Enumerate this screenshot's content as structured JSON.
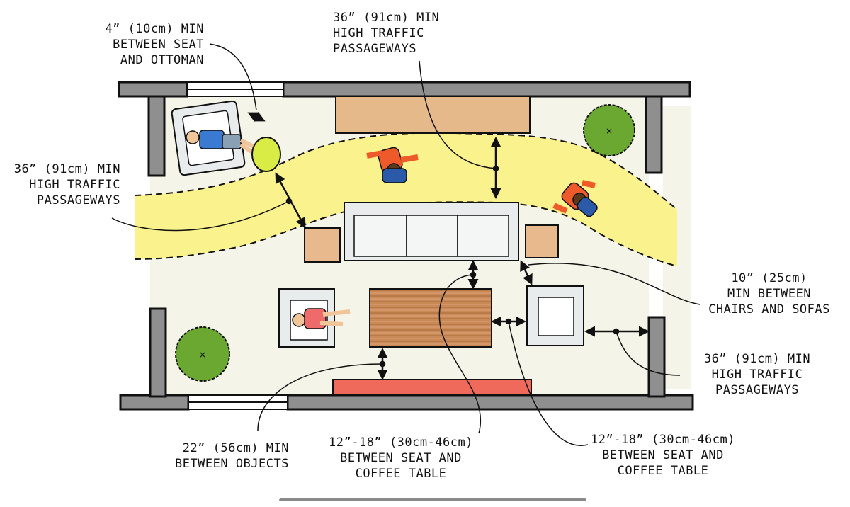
{
  "annotations": {
    "seat_ottoman": [
      "4” (10cm) MIN",
      "BETWEEN SEAT",
      "AND OTTOMAN"
    ],
    "traffic_top": [
      "36” (91cm) MIN",
      "HIGH TRAFFIC",
      "PASSAGEWAYS"
    ],
    "traffic_left": [
      "36” (91cm) MIN",
      "HIGH TRAFFIC",
      "PASSAGEWAYS"
    ],
    "chairs_sofas": [
      "10” (25cm)",
      "MIN BETWEEN",
      "CHAIRS AND SOFAS"
    ],
    "traffic_right": [
      "36” (91cm) MIN",
      "HIGH TRAFFIC",
      "PASSAGEWAYS"
    ],
    "between_objects": [
      "22” (56cm) MIN",
      "BETWEEN OBJECTS"
    ],
    "coffee_table_1": [
      "12”-18” (30cm-46cm)",
      "BETWEEN SEAT AND",
      "COFFEE TABLE"
    ],
    "coffee_table_2": [
      "12”-18” (30cm-46cm)",
      "BETWEEN SEAT AND",
      "COFFEE TABLE"
    ]
  },
  "colors": {
    "wall": "#8f8f8f",
    "floor": "#f5f4e8",
    "passage": "#faf28c",
    "rug_top": "#e5b98a",
    "rug_bottom": "#ef6a5a",
    "end_table": "#e8b98c",
    "coffee_table": "#c98a58",
    "sofa": "#e9ecec",
    "plant": "#6aa832",
    "ottoman": "#d9ec45",
    "person_shirt_orange": "#ef5a2a",
    "person_pants_blue": "#2a5aa8"
  }
}
